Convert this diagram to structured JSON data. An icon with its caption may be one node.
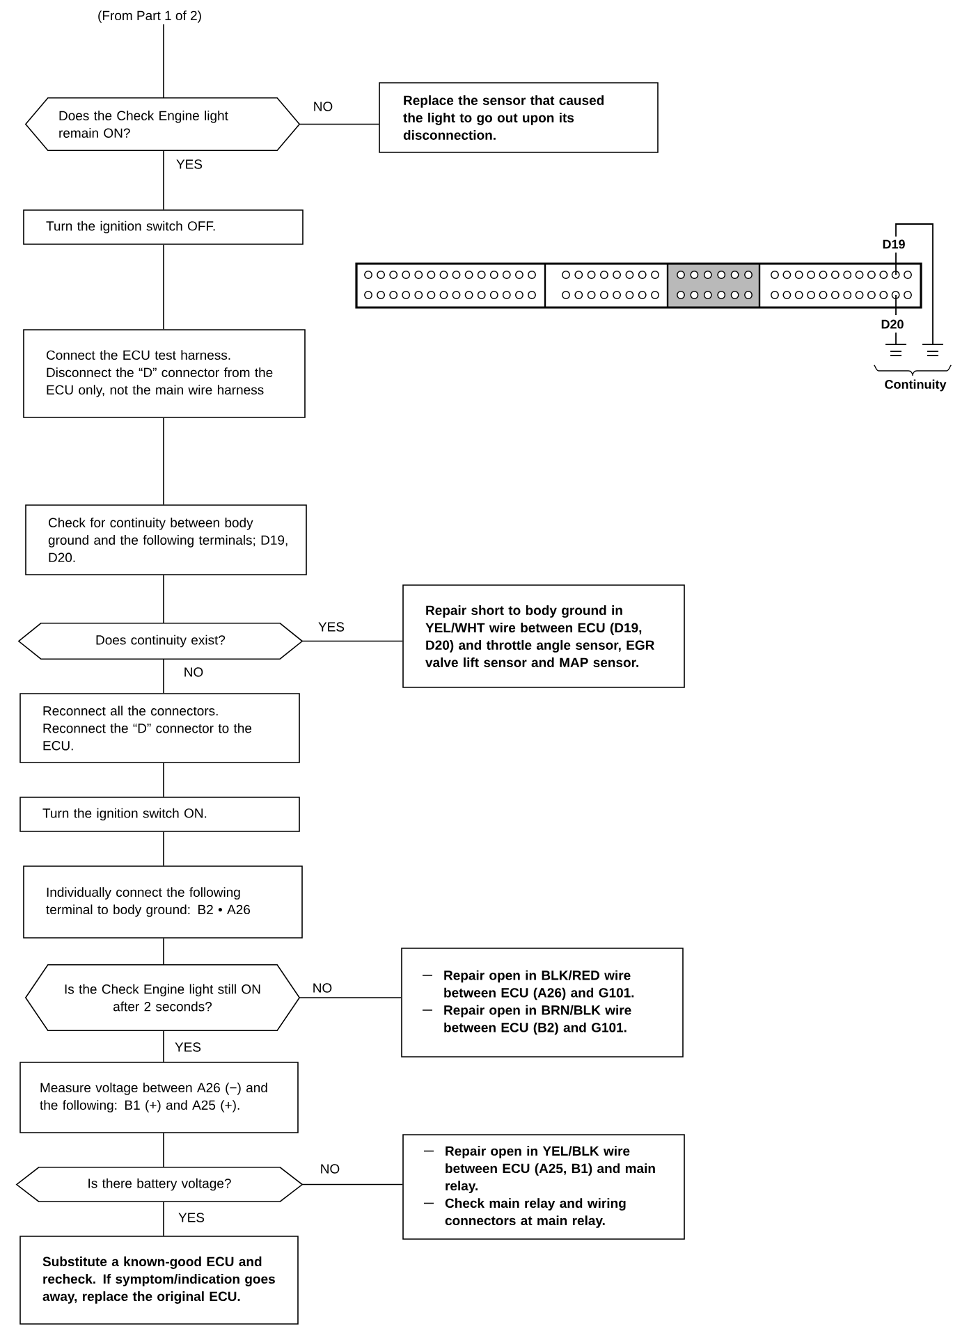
{
  "diagram": {
    "nodes": [
      {
        "text": [
          "(From Part 1 of 2)"
        ]
      },
      {
        "text": [
          "Does the Check Engine light remain ON?"
        ]
      },
      {
        "text": [
          "Replace the sensor that caused the light to go out upon its disconnection."
        ]
      },
      {
        "text": [
          "Turn the ignition switch OFF."
        ]
      },
      {
        "text": [
          "Connect the ECU test harness. Disconnect the “D” connector from the ECU only, not the main wire harness"
        ]
      },
      {
        "text": [
          "Check for continuity between body ground and the following terminals; D19, D20."
        ]
      },
      {
        "text": [
          "Does continuity exist?"
        ]
      },
      {
        "text": [
          "Repair short to body ground in YEL/WHT wire between ECU (D19, D20) and throttle angle sensor, EGR valve lift sensor and MAP sensor."
        ]
      },
      {
        "text": [
          "Reconnect all the connectors. Reconnect the “D” connector to the ECU."
        ]
      },
      {
        "text": [
          "Turn the ignition switch ON."
        ]
      },
      {
        "text": [
          "Individually connect the following terminal to body ground: B2 • A26"
        ]
      },
      {
        "text": [
          "Is the Check Engine light still ON after 2 seconds?"
        ]
      },
      {
        "text": [
          "Repair open in BLK/RED wire between ECU (A26) and G101.",
          "Repair open in BRN/BLK wire between ECU (B2) and G101."
        ]
      },
      {
        "text": [
          "Measure voltage between A26 (−) and the following: B1 (+) and A25 (+)."
        ]
      },
      {
        "text": [
          "Is there battery voltage?"
        ]
      },
      {
        "text": [
          "Repair open in YEL/BLK wire between ECU (A25, B1) and main relay.",
          "Check main relay and wiring connectors at main relay."
        ]
      },
      {
        "text": [
          "Substitute a known-good ECU and recheck. If symptom/indication goes away, replace the original ECU."
        ]
      }
    ],
    "edges": [
      {
        "from": 0,
        "to": 1,
        "arrow": "none"
      },
      {
        "from": 1,
        "to": 2,
        "arrow": "none",
        "label": "NO"
      },
      {
        "from": 1,
        "to": 3,
        "arrow": "none",
        "label": "YES"
      },
      {
        "from": 3,
        "to": 4,
        "arrow": "none"
      },
      {
        "from": 4,
        "to": 5,
        "arrow": "none"
      },
      {
        "from": 5,
        "to": 6,
        "arrow": "none"
      },
      {
        "from": 6,
        "to": 7,
        "arrow": "none",
        "label": "YES"
      },
      {
        "from": 6,
        "to": 8,
        "arrow": "none",
        "label": "NO"
      },
      {
        "from": 8,
        "to": 9,
        "arrow": "none"
      },
      {
        "from": 9,
        "to": 10,
        "arrow": "none"
      },
      {
        "from": 10,
        "to": 11,
        "arrow": "none"
      },
      {
        "from": 11,
        "to": 12,
        "arrow": "none",
        "label": "NO"
      },
      {
        "from": 11,
        "to": 13,
        "arrow": "none",
        "label": "YES"
      },
      {
        "from": 13,
        "to": 14,
        "arrow": "none"
      },
      {
        "from": 14,
        "to": 15,
        "arrow": "none",
        "label": "NO"
      },
      {
        "from": 14,
        "to": 16,
        "arrow": "none",
        "label": "YES"
      }
    ],
    "labels": [
      "D19",
      "D20",
      "Continuity"
    ]
  }
}
